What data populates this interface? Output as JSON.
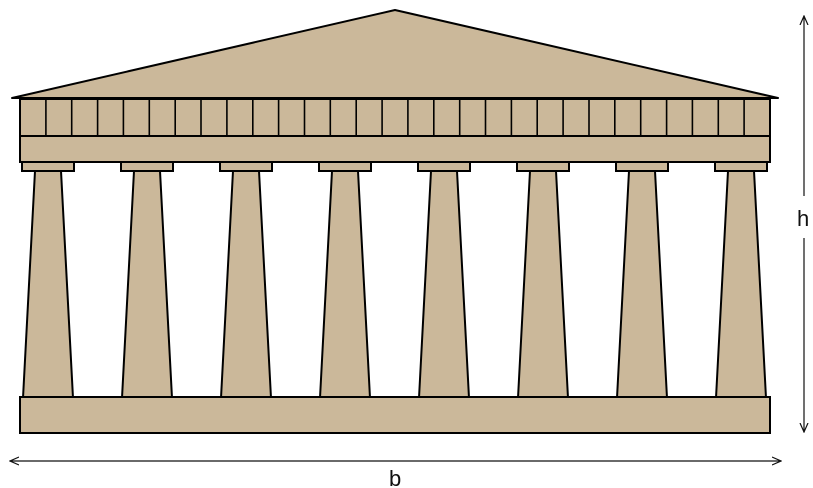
{
  "diagram": {
    "subject": "temple-facade",
    "column_count": 8,
    "dentil_count": 29,
    "labels": {
      "height": "h",
      "width": "b"
    },
    "colors": {
      "stone": "#cbb89a",
      "outline": "#000000",
      "background": "#ffffff",
      "dimension_line": "#111111"
    }
  }
}
